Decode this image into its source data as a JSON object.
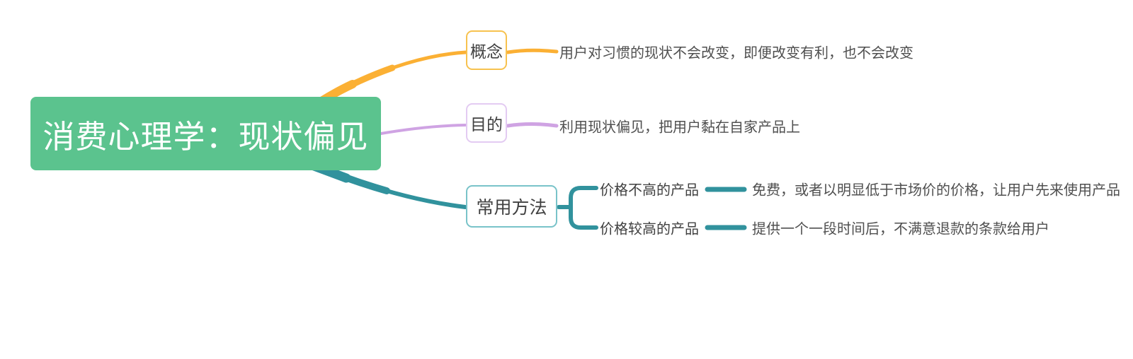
{
  "root": {
    "label": "消费心理学：现状偏见"
  },
  "branches": [
    {
      "id": "concept",
      "label": "概念",
      "note": "用户对习惯的现状不会改变，即便改变有利，也不会改变",
      "color": "#FBB034"
    },
    {
      "id": "purpose",
      "label": "目的",
      "note": "利用现状偏见，把用户黏在自家产品上",
      "color": "#CFA3E3"
    },
    {
      "id": "methods",
      "label": "常用方法",
      "color": "#31929D",
      "children": [
        {
          "label": "价格不高的产品",
          "note": "免费，或者以明显低于市场价的价格，让用户先来使用产品"
        },
        {
          "label": "价格较高的产品",
          "note": "提供一个一段时间后，不满意退款的条款给用户"
        }
      ]
    }
  ],
  "colors": {
    "root-bg": "#5BC38E",
    "root-text": "#FFFFFF",
    "branch-yellow": "#FBB034",
    "border-yellow": "#F7C24F",
    "branch-purple": "#CFA3E3",
    "border-purple": "#E3CBF2",
    "branch-teal": "#31929D",
    "border-teal": "#79C3C9",
    "topic-text": "#404040",
    "note-text": "#4F4F4F",
    "canvas-bg": "#FFFFFF"
  }
}
